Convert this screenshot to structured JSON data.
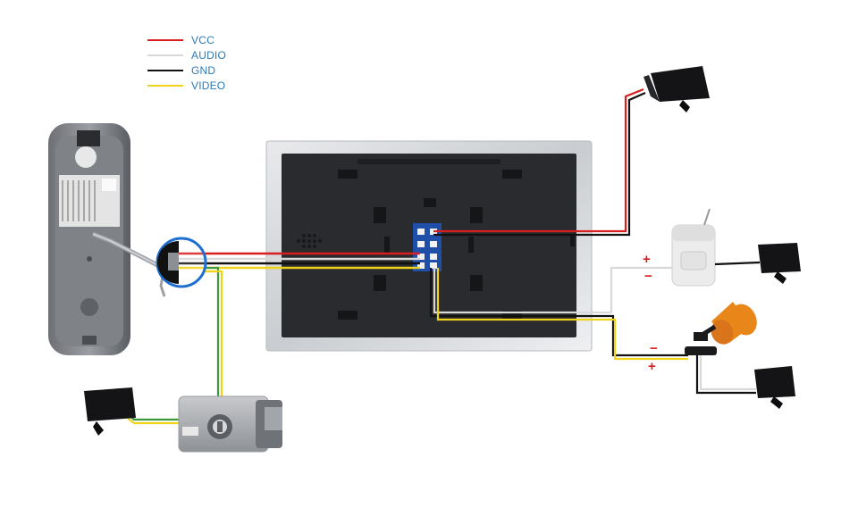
{
  "legend": {
    "items": [
      {
        "label": "VCC",
        "color": "#d81e1e"
      },
      {
        "label": "AUDIO",
        "color": "#d8d8d8"
      },
      {
        "label": "GND",
        "color": "#111111"
      },
      {
        "label": "VIDEO",
        "color": "#f0d21a"
      }
    ]
  },
  "polarity": {
    "pir_plus": "+",
    "pir_minus": "−",
    "cam_minus": "−",
    "cam_plus": "+"
  },
  "colors": {
    "wire_vcc": "#d81e1e",
    "wire_audio": "#d8d8d8",
    "wire_gnd": "#111111",
    "wire_video": "#f0d21a",
    "wire_green": "#3c9a3c",
    "monitor_frame": "#cfd2d6",
    "monitor_back": "#2a2b2e",
    "connector_blue": "#1f4fa8",
    "callout_ring": "#1f6fd1",
    "camera_orange": "#e8861a"
  }
}
